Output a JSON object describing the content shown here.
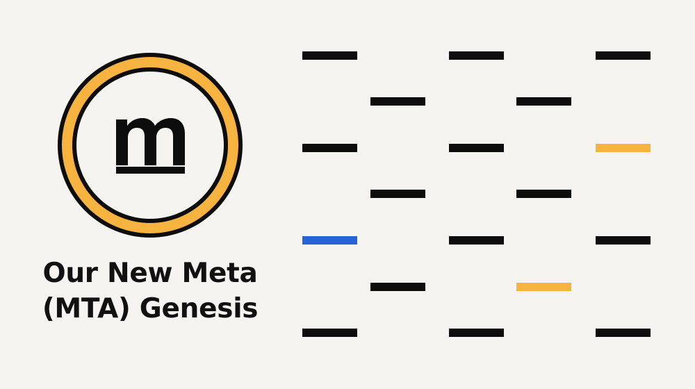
{
  "logo": {
    "glyph": "m",
    "ring_color": "#f6b33f",
    "ink_color": "#0d0d0d",
    "fill_color": "#f5f4f1"
  },
  "headline": {
    "line1": "Our New Meta",
    "line2": "(MTA) Genesis"
  },
  "colors": {
    "background": "#f5f4f1",
    "dash_default": "#0d0d0d",
    "accent_yellow": "#f6b33f",
    "accent_blue": "#2563d6"
  },
  "dash_pattern": {
    "rows": [
      [
        "black",
        null,
        "black",
        null,
        "black"
      ],
      [
        null,
        "black",
        null,
        "black",
        null
      ],
      [
        "black",
        null,
        "black",
        null,
        "yellow"
      ],
      [
        null,
        "black",
        null,
        "black",
        null
      ],
      [
        "blue",
        null,
        "black",
        null,
        "black"
      ],
      [
        null,
        "black",
        null,
        "yellow",
        null
      ],
      [
        "black",
        null,
        "black",
        null,
        "black"
      ]
    ]
  }
}
